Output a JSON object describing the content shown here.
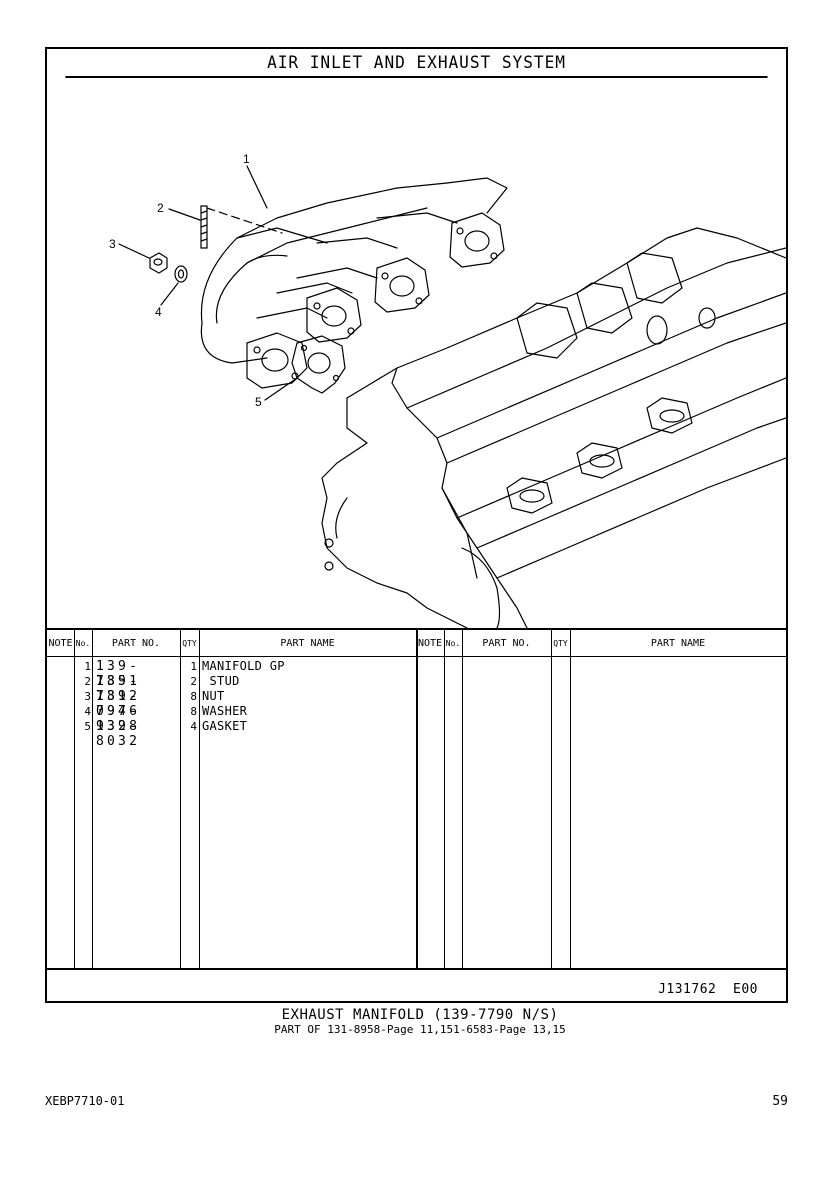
{
  "page_title": "AIR INLET AND EXHAUST SYSTEM",
  "headers": {
    "note": "NOTE",
    "no": "No.",
    "part_no": "PART NO.",
    "qty": "QTY",
    "part_name": "PART NAME"
  },
  "callouts": [
    "1",
    "2",
    "3",
    "4",
    "5"
  ],
  "parts": [
    {
      "no": "1",
      "part_no": "139-7851",
      "qty": "1",
      "name": "MANIFOLD GP"
    },
    {
      "no": "2",
      "part_no": "139-7812",
      "qty": "2",
      "name": " STUD"
    },
    {
      "no": "3",
      "part_no": "139-7976",
      "qty": "8",
      "name": "NUT"
    },
    {
      "no": "4",
      "part_no": "094-9328",
      "qty": "8",
      "name": "WASHER"
    },
    {
      "no": "5",
      "part_no": "139-8032",
      "qty": "4",
      "name": "GASKET"
    }
  ],
  "doc_ref": "J131762  E00",
  "caption_title": "EXHAUST MANIFOLD (139-7790 N/S)",
  "caption_sub": "PART OF 131-8958-Page 11,151-6583-Page 13,15",
  "publication_id": "XEBP7710-01",
  "page_number": "59"
}
